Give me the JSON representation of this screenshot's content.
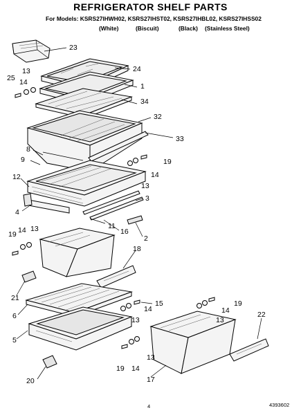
{
  "header": {
    "title": "REFRIGERATOR SHELF PARTS",
    "models_prefix": "For Models:",
    "models": "KSRS27IHWH02, KSRS27IHST02, KSRS27IHBL02, KSRS27IHSS02",
    "finishes": [
      "(White)",
      "(Biscuit)",
      "(Black)",
      "(Stainless Steel)"
    ]
  },
  "callouts": [
    "23",
    "24",
    "25",
    "13",
    "14",
    "1",
    "34",
    "32",
    "33",
    "8",
    "9",
    "19",
    "14",
    "13",
    "12",
    "3",
    "4",
    "11",
    "16",
    "2",
    "19",
    "14",
    "13",
    "18",
    "21",
    "15",
    "6",
    "14",
    "13",
    "19",
    "14",
    "13",
    "22",
    "5",
    "19",
    "14",
    "13",
    "17",
    "20"
  ],
  "footer": {
    "page_number": "4",
    "doc_number": "4393602"
  }
}
